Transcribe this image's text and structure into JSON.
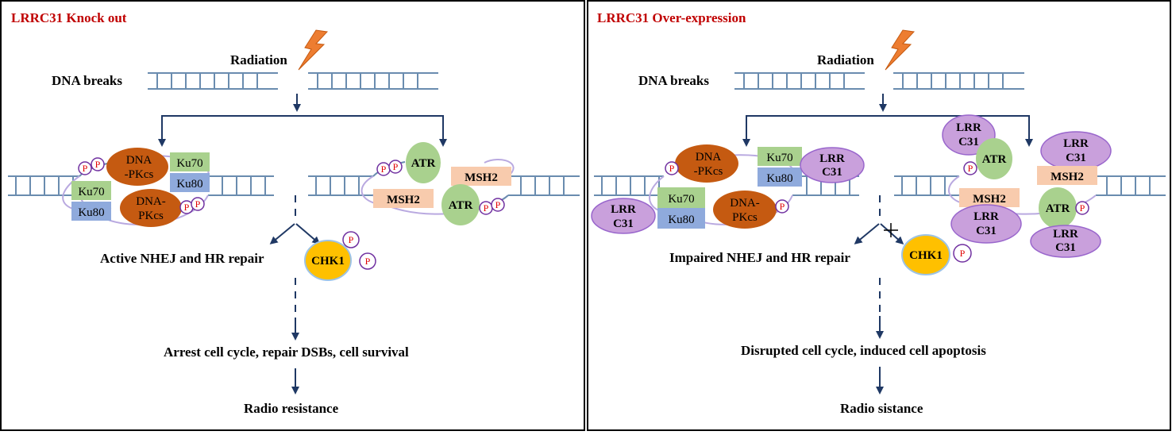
{
  "colors": {
    "panel_border": "#000000",
    "title": "#c00000",
    "arrow": "#1f3864",
    "dna": "#6a8caf",
    "dnapk": "#c55a11",
    "ku70": "#a9d18e",
    "ku80": "#8faadc",
    "atr": "#a9d18e",
    "msh2": "#f8cbad",
    "chk1": "#ffc000",
    "lrrc31": "#c9a0dc",
    "phospho_ring": "#7030a0",
    "lightning": "#ed7d31"
  },
  "left": {
    "title": "LRRC31 Knock out",
    "radiation": "Radiation",
    "dna_breaks": "DNA breaks",
    "dnapk_top_l1": "DNA",
    "dnapk_top_l2": "-PKcs",
    "dnapk_bot_l1": "DNA-",
    "dnapk_bot_l2": "PKcs",
    "ku70": "Ku70",
    "ku80": "Ku80",
    "atr": "ATR",
    "msh2": "MSH2",
    "chk1": "CHK1",
    "p": "P",
    "repair": "Active NHEJ and HR repair",
    "outcome": "Arrest cell cycle, repair DSBs, cell survival",
    "final": "Radio resistance"
  },
  "right": {
    "title": "LRRC31 Over-expression",
    "radiation": "Radiation",
    "dna_breaks": "DNA breaks",
    "dnapk_top_l1": "DNA",
    "dnapk_top_l2": "-PKcs",
    "dnapk_bot_l1": "DNA-",
    "dnapk_bot_l2": "PKcs",
    "ku70": "Ku70",
    "ku80": "Ku80",
    "lrr_l1": "LRR",
    "lrr_l2": "C31",
    "atr": "ATR",
    "msh2": "MSH2",
    "chk1": "CHK1",
    "p": "P",
    "repair": "Impaired NHEJ and HR repair",
    "outcome": "Disrupted cell cycle, induced cell apoptosis",
    "final": "Radio sistance"
  }
}
